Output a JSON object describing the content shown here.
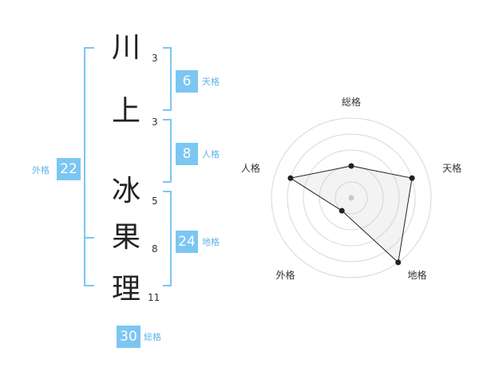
{
  "name_chars": [
    {
      "char": "川",
      "strokes": "3"
    },
    {
      "char": "上",
      "strokes": "3"
    },
    {
      "char": "冰",
      "strokes": "5"
    },
    {
      "char": "果",
      "strokes": "8"
    },
    {
      "char": "理",
      "strokes": "11"
    }
  ],
  "kaku": {
    "tenkaku": {
      "value": "6",
      "label": "天格"
    },
    "jinkaku": {
      "value": "8",
      "label": "人格"
    },
    "chikaku": {
      "value": "24",
      "label": "地格"
    },
    "gaikaku": {
      "value": "22",
      "label": "外格"
    },
    "soukaku": {
      "value": "30",
      "label": "総格"
    }
  },
  "colors": {
    "accent": "#7cc6f2",
    "label": "#5fb3e8",
    "bracket": "#7cc6f2"
  },
  "chart_data": {
    "type": "radar",
    "axes": [
      "総格",
      "天格",
      "地格",
      "外格",
      "人格"
    ],
    "values": [
      2,
      4,
      5,
      1,
      4
    ],
    "scale_max": 5,
    "rings": 5
  }
}
